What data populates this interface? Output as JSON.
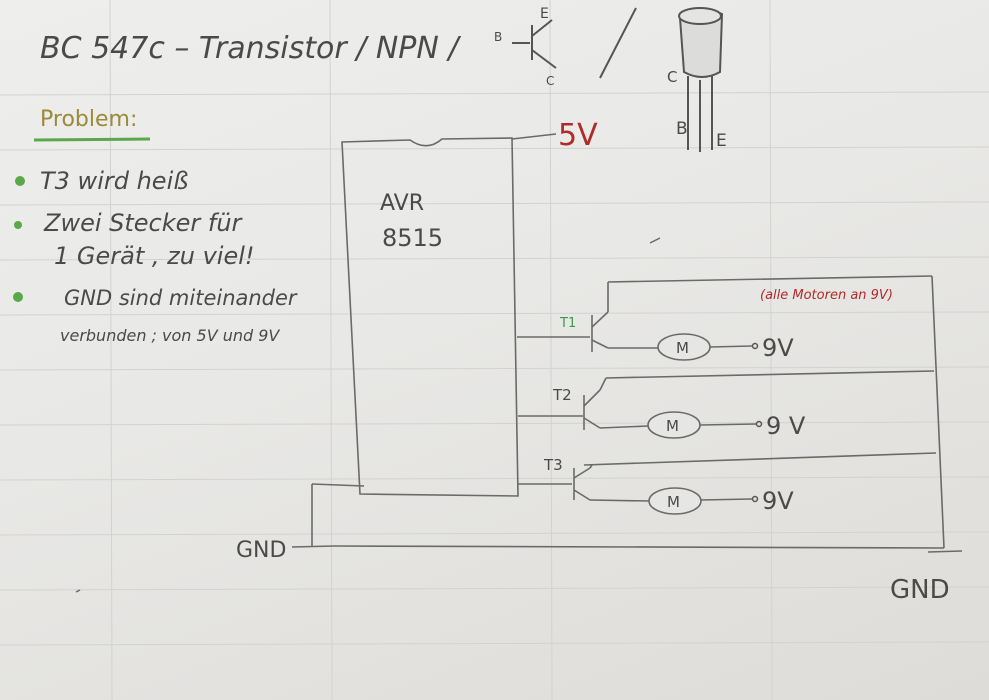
{
  "header": {
    "title": "BC 547c – Transistor / NPN /",
    "pin_b": "B",
    "pin_e": "E",
    "pin_c": "C",
    "pkg_c": "C",
    "pkg_b": "B",
    "pkg_e": "E"
  },
  "problems": {
    "heading": "Problem:",
    "items": [
      {
        "line1": "T3 wird heiß",
        "line2": ""
      },
      {
        "line1": "Zwei Stecker für",
        "line2": "1 Gerät , zu viel!"
      },
      {
        "line1": "GND sind miteinander",
        "line2": "verbunden ; von 5V und 9V"
      }
    ]
  },
  "circuit": {
    "chip_line1": "AVR",
    "chip_line2": "8515",
    "supply": "5V",
    "note": "(alle Motoren an 9V)",
    "transistors": [
      {
        "label": "T1",
        "motor": "M",
        "supply": "9V"
      },
      {
        "label": "T2",
        "motor": "M",
        "supply": "9 V"
      },
      {
        "label": "T3",
        "motor": "M",
        "supply": "9V"
      }
    ],
    "gnd_left": "GND",
    "gnd_right": "GND"
  },
  "colors": {
    "pencil": "#4a4a4a",
    "green": "#5aa84a",
    "red_ink": "#b02a28",
    "olive_ink": "#9a8a3a",
    "paper": "#ebebe9"
  }
}
